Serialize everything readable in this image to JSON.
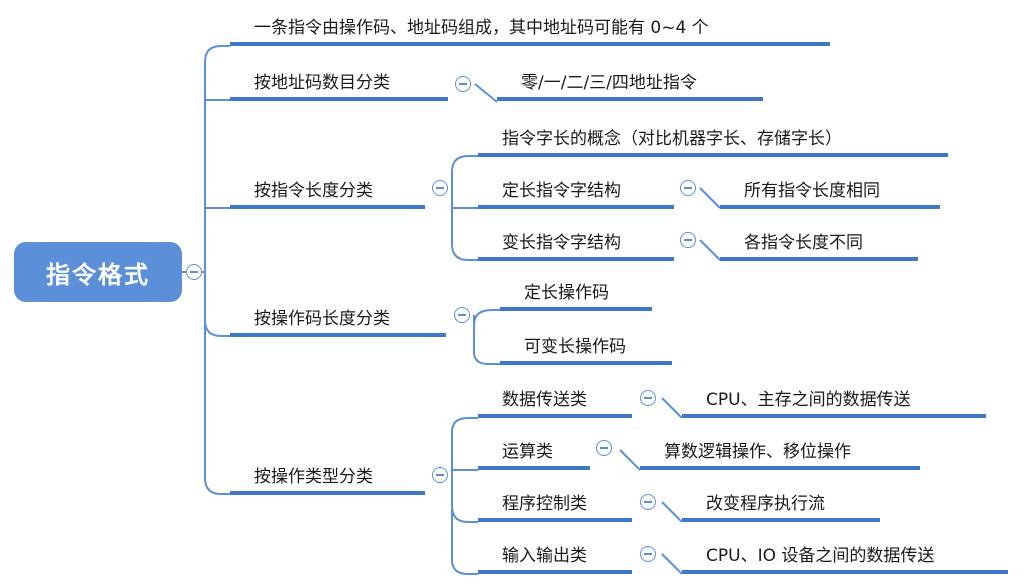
{
  "root": {
    "label": "指令格式"
  },
  "branches": {
    "composition": {
      "label": "一条指令由操作码、地址码组成，其中地址码可能有 0~4 个"
    },
    "by_address_count": {
      "label": "按地址码数目分类",
      "child": "零/一/二/三/四地址指令"
    },
    "by_instruction_length": {
      "label": "按指令长度分类",
      "concept": "指令字长的概念（对比机器字长、存储字长）",
      "fixed": {
        "label": "定长指令字结构",
        "desc": "所有指令长度相同"
      },
      "variable": {
        "label": "变长指令字结构",
        "desc": "各指令长度不同"
      }
    },
    "by_opcode_length": {
      "label": "按操作码长度分类",
      "fixed": "定长操作码",
      "variable": "可变长操作码"
    },
    "by_operation_type": {
      "label": "按操作类型分类",
      "data_transfer": {
        "label": "数据传送类",
        "desc": "CPU、主存之间的数据传送"
      },
      "arithmetic": {
        "label": "运算类",
        "desc": "算数逻辑操作、移位操作"
      },
      "program_control": {
        "label": "程序控制类",
        "desc": "改变程序执行流"
      },
      "io": {
        "label": "输入输出类",
        "desc": "CPU、IO 设备之间的数据传送"
      }
    }
  },
  "colors": {
    "root_fill": "#5b8fd8",
    "underline": "#3f78c4",
    "connector": "#5b8fd8",
    "toggle": "#5b8fd8"
  }
}
